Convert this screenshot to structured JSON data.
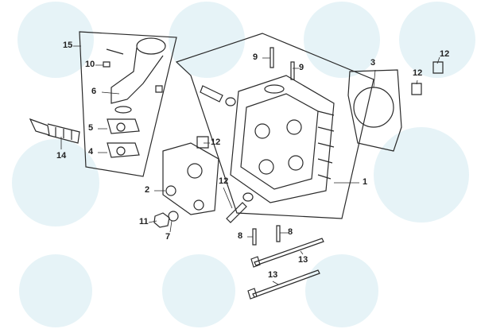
{
  "colors": {
    "line": "#2a2a2a",
    "watermark": "#e6f3f7"
  },
  "labels": {
    "l15": "15",
    "l10": "10",
    "l6": "6",
    "l5": "5",
    "l4": "4",
    "l14": "14",
    "l9a": "9",
    "l9b": "9",
    "l3": "3",
    "l12a": "12",
    "l12b": "12",
    "l12c": "12",
    "l12d": "12",
    "l1": "1",
    "l2": "2",
    "l11": "11",
    "l7": "7",
    "l8a": "8",
    "l8b": "8",
    "l13a": "13",
    "l13b": "13"
  }
}
